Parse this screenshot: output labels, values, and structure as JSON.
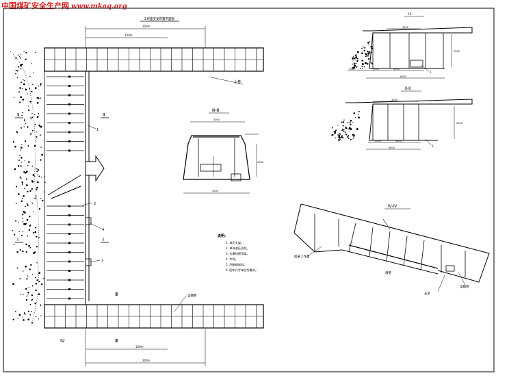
{
  "watermark": {
    "text": "中国煤矿安全生产网",
    "url": "www.mkaq.org",
    "color": "#dd2222"
  },
  "plan": {
    "title": "工作面支架布置平面图",
    "dims": {
      "top_outer": "200m",
      "top_inner": "100m",
      "bottom_inner": "100m",
      "bottom_outer": "200m"
    },
    "section_marks": {
      "II_left": "Ⅱ",
      "II_right": "Ⅱ",
      "I_left": "Ⅰ",
      "I_right": "Ⅰ",
      "III_top": "Ⅲ",
      "III_bottom": "Ⅲ",
      "IV": "Ⅳ"
    },
    "callouts": {
      "c1": "1",
      "c2": "2",
      "c3": "3",
      "c4": "4",
      "c5": "5",
      "c6": "6"
    },
    "top_label": "上巷",
    "bottom_label": "运输巷"
  },
  "section_III": {
    "title": "Ⅲ-Ⅲ",
    "width": "3000",
    "base": "3000",
    "height": "2500"
  },
  "section_I": {
    "title": "Ⅰ-Ⅰ",
    "dims": {
      "top": "3000",
      "seg1": "3000",
      "seg2": "3000",
      "seg3": "3000",
      "total": "6000"
    },
    "height": "2500"
  },
  "section_II": {
    "title": "Ⅱ-Ⅱ",
    "dims": {
      "top": "3000",
      "seg1": "3000",
      "seg2": "3000",
      "total": "6000"
    },
    "height": "2500"
  },
  "section_IV": {
    "title": "Ⅳ-Ⅳ",
    "labels": {
      "left": "回采工作面",
      "mid": "煤壁",
      "bottom_a": "支架",
      "bottom_b": "运输巷"
    }
  },
  "notes": {
    "heading": "说明:",
    "items": [
      "1. 液压支架。",
      "2. 单体液压支柱。",
      "3. 金属铰接顶梁。",
      "4. 木垛。",
      "5. 刮板输送机。",
      "6. 图中尺寸单位为毫米。"
    ]
  }
}
